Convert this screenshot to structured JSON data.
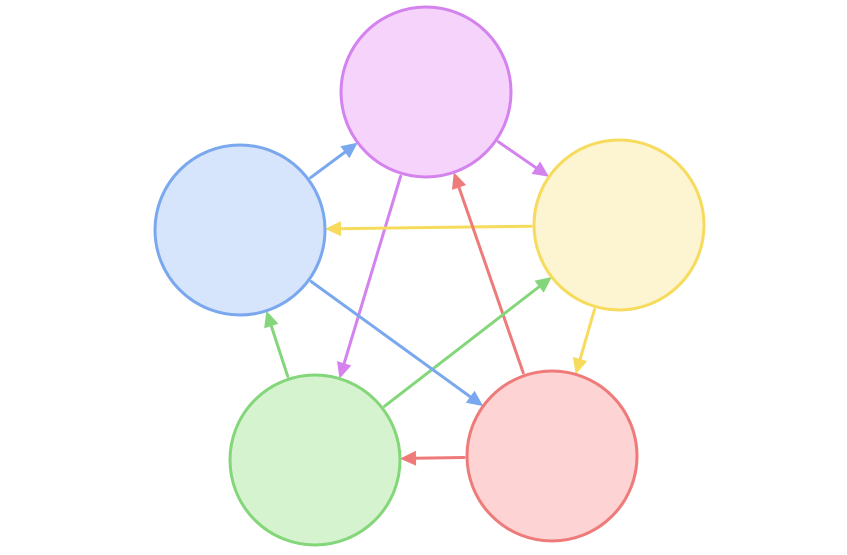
{
  "nodes": [
    {
      "id": "scissors",
      "icon": "scissors-hand-icon",
      "fill": "#f5d3fb",
      "stroke": "#d482ee"
    },
    {
      "id": "paper",
      "icon": "paper-hand-icon",
      "fill": "#fdf5d2",
      "stroke": "#f6db5c"
    },
    {
      "id": "rock",
      "icon": "rock-fist-icon",
      "fill": "#fdd3d3",
      "stroke": "#ee7a7a"
    },
    {
      "id": "lizard",
      "icon": "lizard-hand-icon",
      "fill": "#d6f3cf",
      "stroke": "#84d67a"
    },
    {
      "id": "spock",
      "icon": "spock-hand-icon",
      "fill": "#d6e4fc",
      "stroke": "#7aa8ee"
    }
  ],
  "edges": [
    {
      "from": "scissors",
      "to": "paper",
      "color": "#d482ee"
    },
    {
      "from": "scissors",
      "to": "lizard",
      "color": "#d482ee"
    },
    {
      "from": "paper",
      "to": "rock",
      "color": "#f6db5c"
    },
    {
      "from": "paper",
      "to": "spock",
      "color": "#f6db5c"
    },
    {
      "from": "rock",
      "to": "lizard",
      "color": "#ee7a7a"
    },
    {
      "from": "rock",
      "to": "scissors",
      "color": "#ee7a7a"
    },
    {
      "from": "lizard",
      "to": "spock",
      "color": "#84d67a"
    },
    {
      "from": "lizard",
      "to": "paper",
      "color": "#84d67a"
    },
    {
      "from": "spock",
      "to": "scissors",
      "color": "#7aa8ee"
    },
    {
      "from": "spock",
      "to": "rock",
      "color": "#7aa8ee"
    }
  ]
}
